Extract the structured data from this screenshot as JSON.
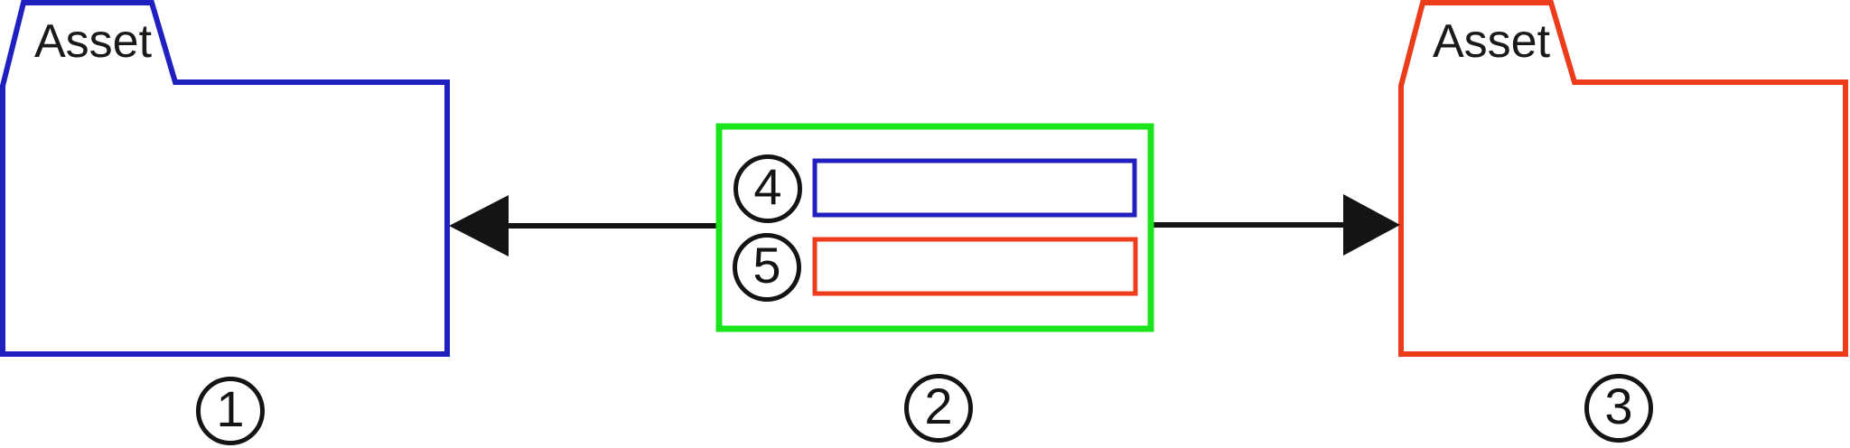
{
  "colors": {
    "blue": "#2020c0",
    "red": "#ec3c1c",
    "green": "#1ce41c",
    "black": "#141414"
  },
  "left_folder": {
    "label": "Asset",
    "badge": "1"
  },
  "right_folder": {
    "label": "Asset",
    "badge": "3"
  },
  "mapping_box": {
    "badge": "2",
    "rows": [
      {
        "badge": "4"
      },
      {
        "badge": "5"
      }
    ]
  }
}
